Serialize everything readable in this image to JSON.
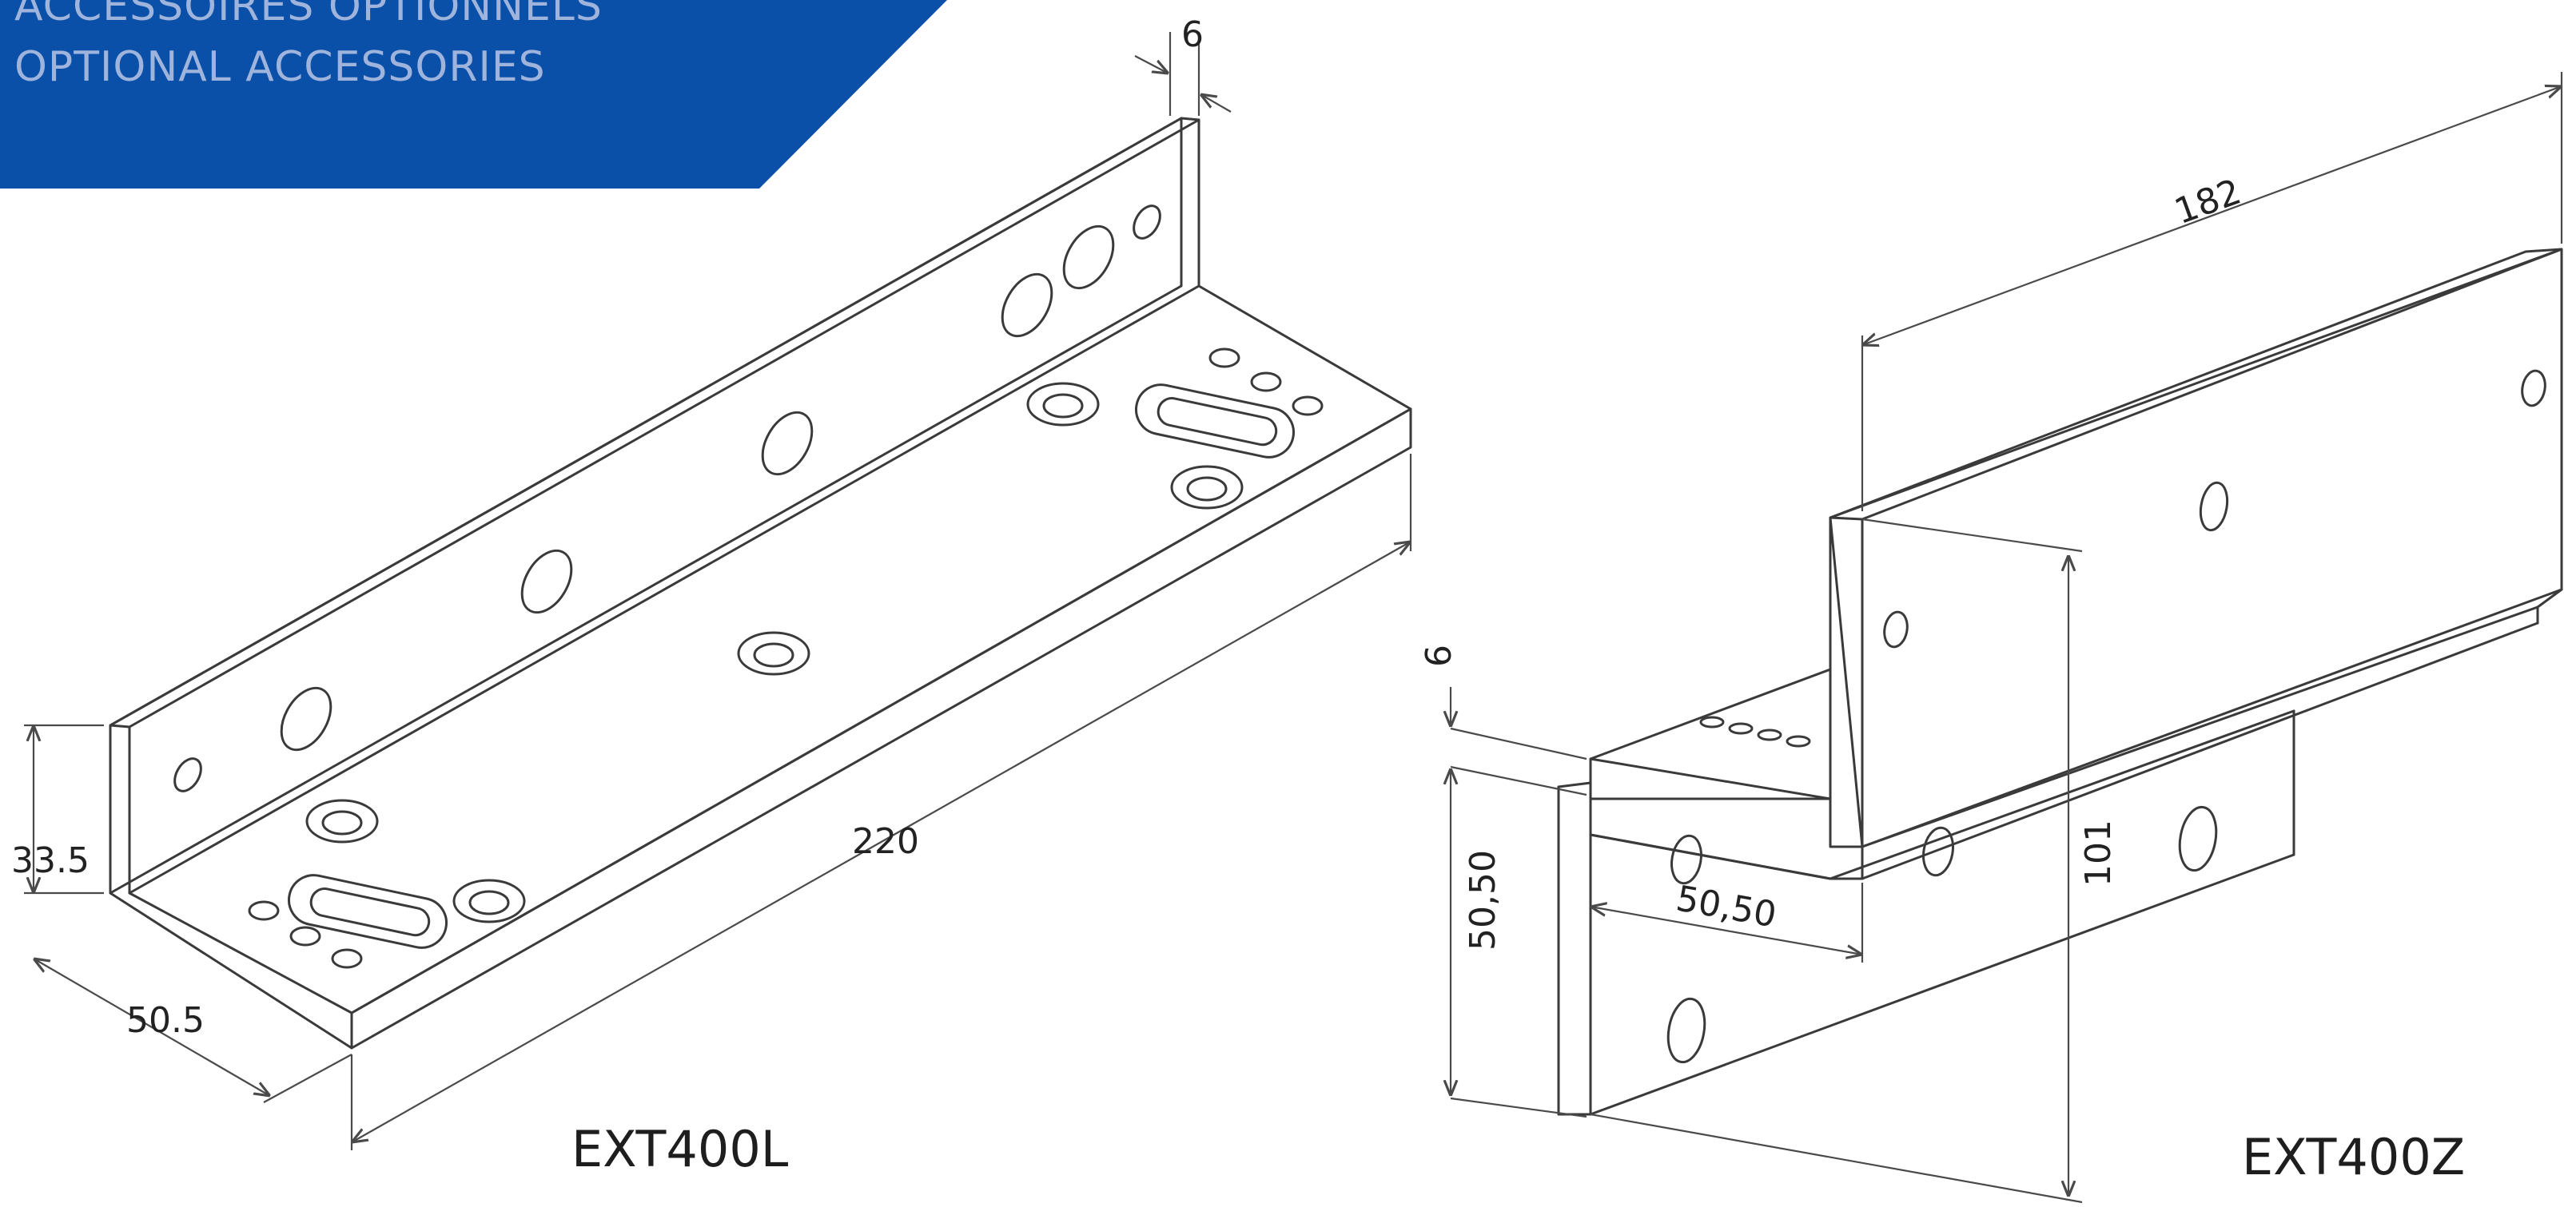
{
  "header": {
    "line_fr": "ACCESSOIRES OPTIONNELS",
    "line_en": "OPTIONAL ACCESSORIES",
    "band_color": "#0a4fa8",
    "text_color": "#9fb4dc"
  },
  "ext400l": {
    "name": "EXT400L",
    "dims": {
      "thickness": "6",
      "length": "220",
      "height": "33.5",
      "width": "50.5"
    }
  },
  "ext400z": {
    "name": "EXT400Z",
    "dims": {
      "length": "182",
      "height": "101",
      "flange_thickness": "6",
      "flange_height": "50,50",
      "flange_depth": "50,50"
    }
  }
}
